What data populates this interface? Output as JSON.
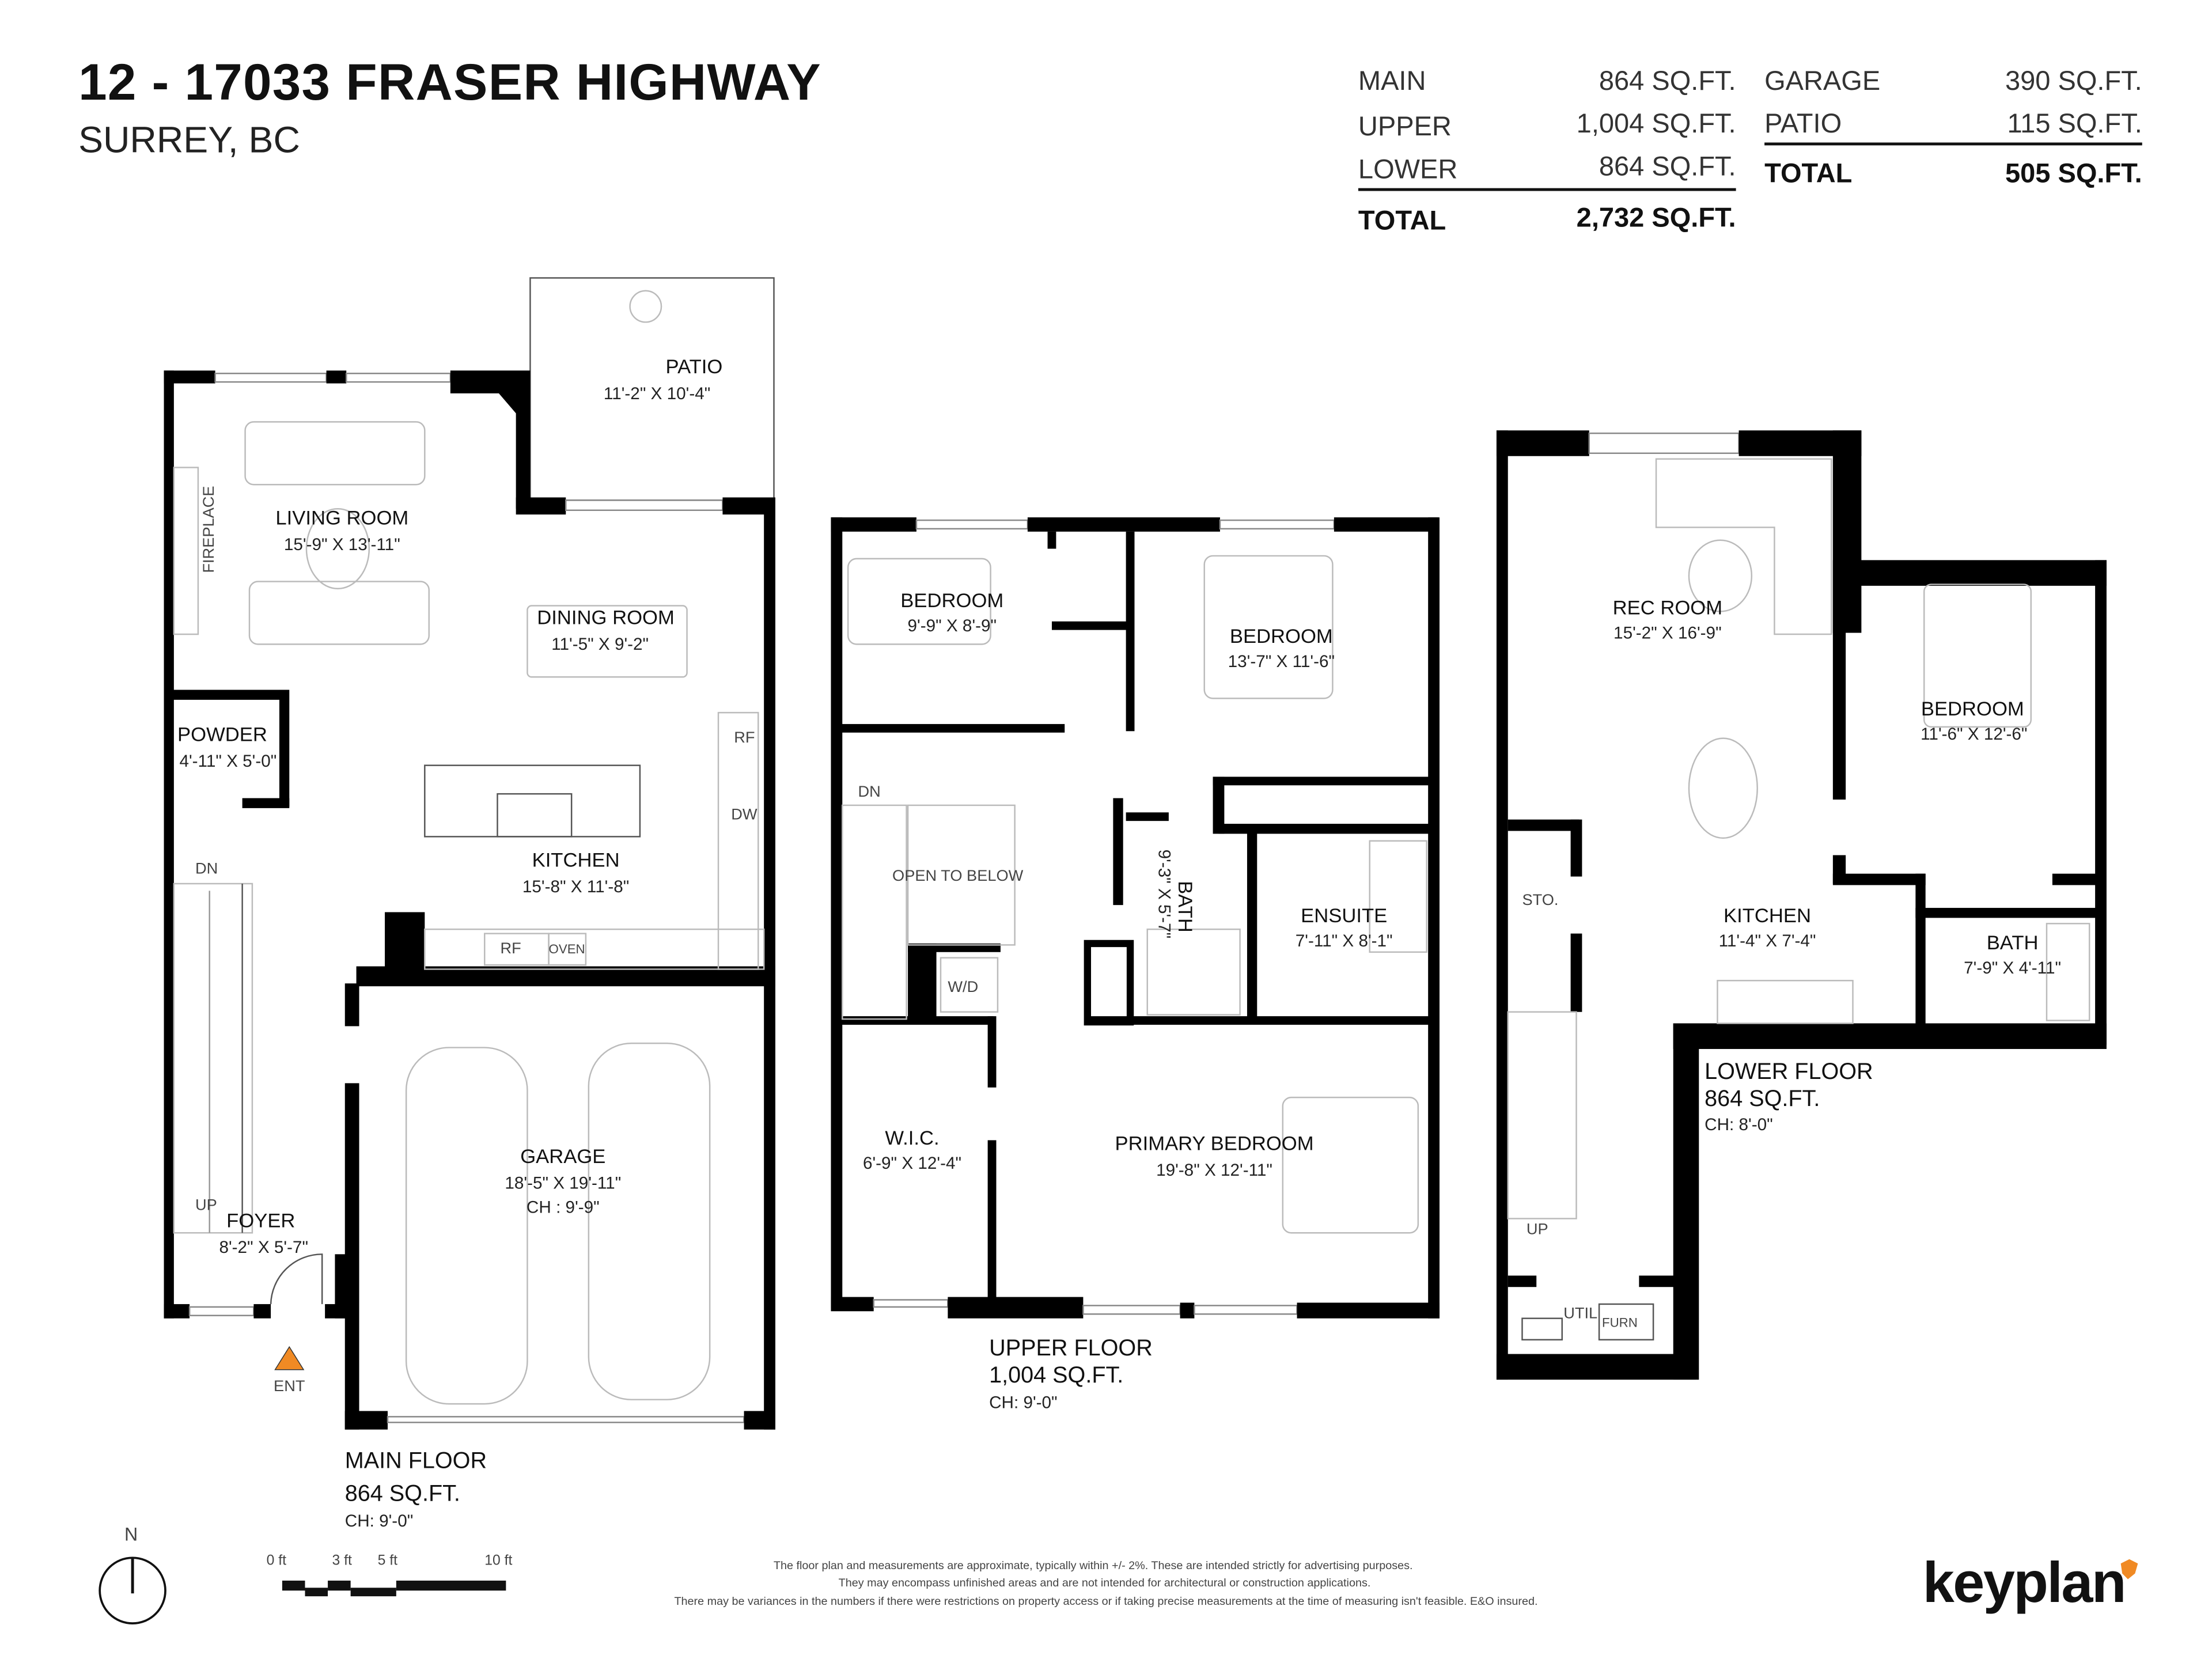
{
  "header": {
    "address": "12 - 17033 FRASER HIGHWAY",
    "city": "SURREY, BC"
  },
  "area_summary": {
    "living": [
      {
        "label": "MAIN",
        "value": "864 SQ.FT."
      },
      {
        "label": "UPPER",
        "value": "1,004 SQ.FT."
      },
      {
        "label": "LOWER",
        "value": "864 SQ.FT."
      }
    ],
    "living_total": {
      "label": "TOTAL",
      "value": "2,732 SQ.FT."
    },
    "other": [
      {
        "label": "GARAGE",
        "value": "390 SQ.FT."
      },
      {
        "label": "PATIO",
        "value": "115 SQ.FT."
      }
    ],
    "other_total": {
      "label": "TOTAL",
      "value": "505 SQ.FT."
    }
  },
  "floors": {
    "main": {
      "name": "MAIN FLOOR",
      "area": "864 SQ.FT.",
      "ceiling": "CH: 9'-0\"",
      "rooms": {
        "patio": {
          "name": "PATIO",
          "dims": "11'-2\"  X  10'-4\""
        },
        "living": {
          "name": "LIVING ROOM",
          "dims": "15'-9\"  X  13'-11\""
        },
        "dining": {
          "name": "DINING ROOM",
          "dims": "11'-5\"  X  9'-2\""
        },
        "powder": {
          "name": "POWDER",
          "dims": "4'-11\"  X  5'-0\""
        },
        "kitchen": {
          "name": "KITCHEN",
          "dims": "15'-8\"  X  11'-8\""
        },
        "garage": {
          "name": "GARAGE",
          "dims": "18'-5\"  X  19'-11\"",
          "ceiling": "CH : 9'-9\""
        },
        "foyer": {
          "name": "FOYER",
          "dims": "8'-2\"  X  5'-7\""
        }
      },
      "labels": {
        "fireplace": "FIREPLACE",
        "dn": "DN",
        "up": "UP",
        "rf_side": "RF",
        "dw": "DW",
        "rf": "RF",
        "oven": "OVEN",
        "ent": "ENT"
      }
    },
    "upper": {
      "name": "UPPER FLOOR",
      "area": "1,004 SQ.FT.",
      "ceiling": "CH: 9'-0\"",
      "rooms": {
        "bed1": {
          "name": "BEDROOM",
          "dims": "9'-9\"  X  8'-9\""
        },
        "bed2": {
          "name": "BEDROOM",
          "dims": "13'-7\"  X  11'-6\""
        },
        "open": {
          "name": "OPEN TO BELOW"
        },
        "bath": {
          "name": "BATH",
          "dims": "9'-3\"  X  5'-7\""
        },
        "ensuite": {
          "name": "ENSUITE",
          "dims": "7'-11\"  X  8'-1\""
        },
        "wic": {
          "name": "W.I.C.",
          "dims": "6'-9\"  X  12'-4\""
        },
        "primary": {
          "name": "PRIMARY BEDROOM",
          "dims": "19'-8\"  X  12'-11\""
        }
      },
      "labels": {
        "dn": "DN",
        "wd": "W/D"
      }
    },
    "lower": {
      "name": "LOWER FLOOR",
      "area": "864 SQ.FT.",
      "ceiling": "CH: 8'-0\"",
      "rooms": {
        "rec": {
          "name": "REC ROOM",
          "dims": "15'-2\"  X  16'-9\""
        },
        "bedroom": {
          "name": "BEDROOM",
          "dims": "11'-6\"  X  12'-6\""
        },
        "kitchen": {
          "name": "KITCHEN",
          "dims": "11'-4\"  X  7'-4\""
        },
        "bath": {
          "name": "BATH",
          "dims": "7'-9\"  X  4'-11\""
        }
      },
      "labels": {
        "sto": "STO.",
        "up": "UP",
        "util": "UTIL",
        "furn": "FURN"
      }
    }
  },
  "legend": {
    "north": "N",
    "scale_ticks": [
      "0 ft",
      "3 ft",
      "5 ft",
      "10 ft"
    ]
  },
  "disclaimer": [
    "The floor plan and measurements are approximate, typically within +/- 2%. These are intended strictly for advertising purposes.",
    "They may encompass unfinished areas and are not intended for architectural or construction applications.",
    "There may be variances in the numbers if there were restrictions on property access or if taking precise measurements at the time of measuring isn't feasible. E&O insured."
  ],
  "brand": {
    "name": "keyplan",
    "accent": "#f08a24"
  },
  "colors": {
    "wall": "#000000",
    "entry_marker": "#f08a24"
  }
}
